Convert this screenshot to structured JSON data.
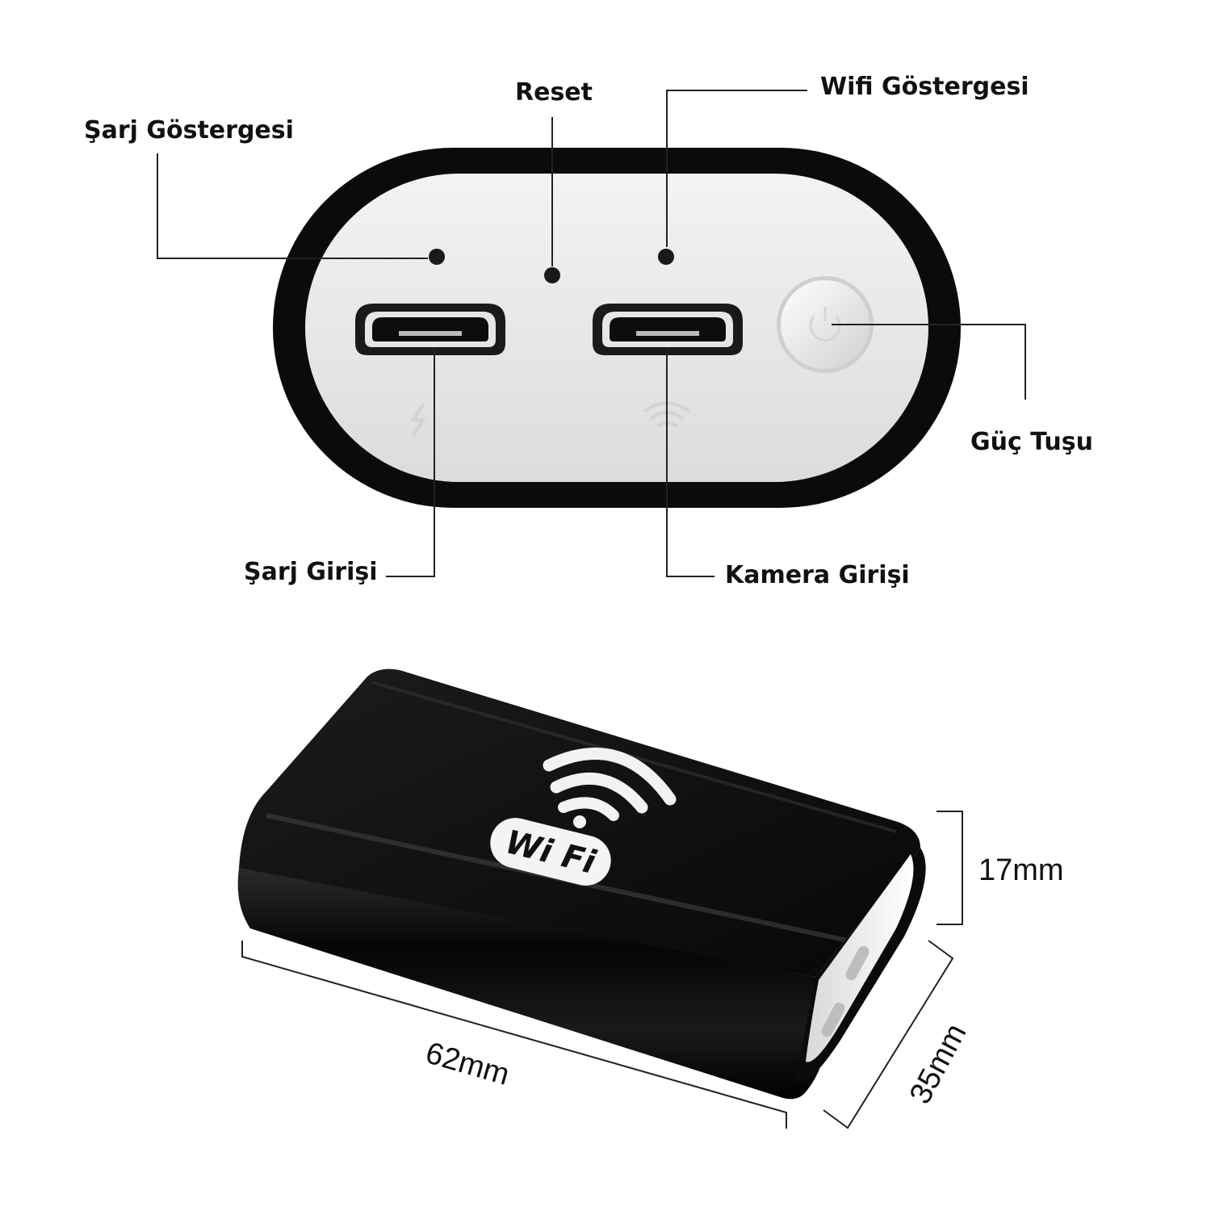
{
  "labels": {
    "charge_indicator": "Şarj Göstergesi",
    "reset": "Reset",
    "wifi_indicator": "Wifi Göstergesi",
    "power_button": "Güç Tuşu",
    "charge_input": "Şarj Girişi",
    "camera_input": "Kamera Girişi"
  },
  "dimensions": {
    "height": "17mm",
    "length": "62mm",
    "width": "35mm"
  },
  "badge": {
    "text": "Wi Fi"
  },
  "icons": [
    "led-indicator-icon",
    "micro-usb-port-icon",
    "power-icon",
    "wifi-signal-icon",
    "lightning-icon"
  ],
  "colors": {
    "housing": "#0b0b0b",
    "face_panel": "#ececec",
    "badge_fill": "#f4f4f4",
    "text": "#111111"
  }
}
